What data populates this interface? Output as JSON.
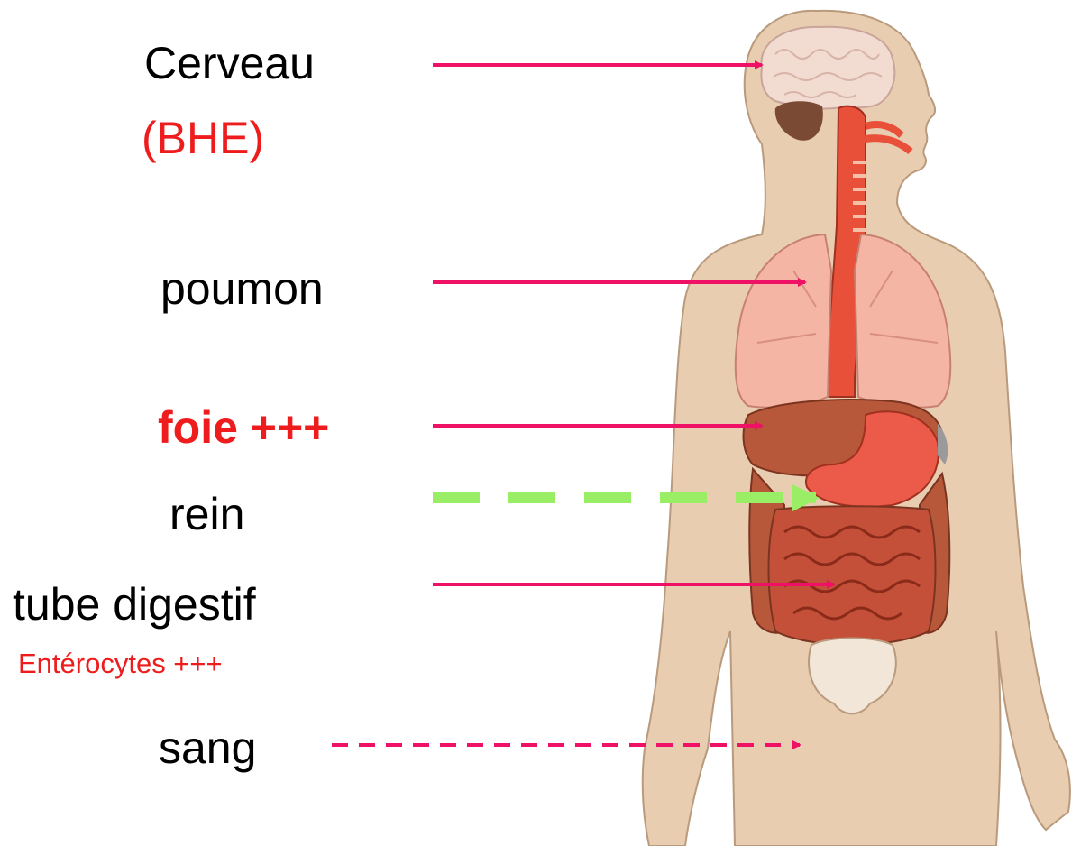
{
  "labels": {
    "cerveau": "Cerveau",
    "bhe": "(BHE)",
    "poumon": "poumon",
    "foie": "foie +++",
    "rein": "rein",
    "tube_digestif": "tube digestif",
    "enterocytes": "Entérocytes +++",
    "sang": "sang"
  },
  "colors": {
    "arrow": "#ee1166",
    "arrow_kidney": "#99ee66",
    "emphasis": "#ee1c1c",
    "skin": "#e8cdb0",
    "skin_outline": "#b99a7c"
  }
}
